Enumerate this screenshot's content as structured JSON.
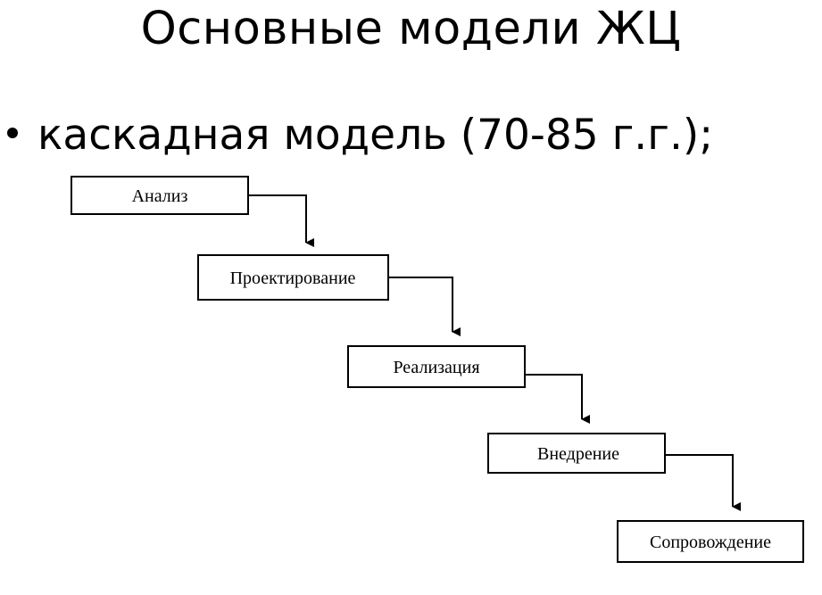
{
  "slide": {
    "title": "Основные модели ЖЦ",
    "bullet": "каскадная модель (70-85 г.г.);"
  },
  "diagram": {
    "stages": [
      {
        "label": "Анализ"
      },
      {
        "label": "Проектирование"
      },
      {
        "label": "Реализация"
      },
      {
        "label": "Внедрение"
      },
      {
        "label": "Сопровождение"
      }
    ]
  }
}
